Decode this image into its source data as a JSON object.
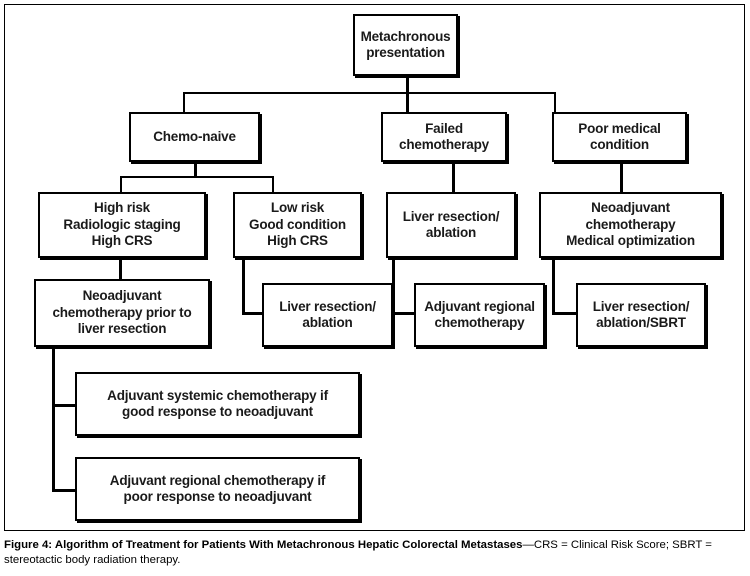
{
  "figure": {
    "caption_bold": "Figure 4: Algorithm of Treatment for Patients With Metachronous Hepatic Colorectal Metastases",
    "caption_rest": "—CRS = Clinical Risk Score; SBRT = stereotactic body radiation therapy."
  },
  "chart_data": {
    "type": "diagram",
    "title": "Algorithm of Treatment for Patients With Metachronous Hepatic Colorectal Metastases",
    "nodes": [
      {
        "id": "root",
        "label": "Metachronous\npresentation",
        "level": 0
      },
      {
        "id": "chemo_naive",
        "label": "Chemo-naive",
        "level": 1
      },
      {
        "id": "failed",
        "label": "Failed\nchemotherapy",
        "level": 1
      },
      {
        "id": "poor",
        "label": "Poor medical\ncondition",
        "level": 1
      },
      {
        "id": "high_risk",
        "label": "High risk\nRadiologic staging\nHigh CRS",
        "level": 2
      },
      {
        "id": "low_risk",
        "label": "Low risk\nGood condition\nHigh CRS",
        "level": 2
      },
      {
        "id": "failed_lr",
        "label": "Liver resection/\nablation",
        "level": 2
      },
      {
        "id": "poor_neo",
        "label": "Neoadjuvant\nchemotherapy\nMedical optimization",
        "level": 2
      },
      {
        "id": "neo_prior",
        "label": "Neoadjuvant\nchemotherapy prior to\nliver resection",
        "level": 3
      },
      {
        "id": "low_lr",
        "label": "Liver resection/\nablation",
        "level": 3
      },
      {
        "id": "adj_reg",
        "label": "Adjuvant regional\nchemotherapy",
        "level": 3
      },
      {
        "id": "poor_lr",
        "label": "Liver resection/\nablation/SBRT",
        "level": 3
      },
      {
        "id": "adj_sys_good",
        "label": "Adjuvant systemic chemotherapy if\ngood response to neoadjuvant",
        "level": 4
      },
      {
        "id": "adj_reg_poor",
        "label": "Adjuvant regional chemotherapy if\npoor response to neoadjuvant",
        "level": 4
      }
    ],
    "edges": [
      {
        "from": "root",
        "to": "chemo_naive"
      },
      {
        "from": "root",
        "to": "failed"
      },
      {
        "from": "root",
        "to": "poor"
      },
      {
        "from": "chemo_naive",
        "to": "high_risk"
      },
      {
        "from": "chemo_naive",
        "to": "low_risk"
      },
      {
        "from": "failed",
        "to": "failed_lr"
      },
      {
        "from": "poor",
        "to": "poor_neo"
      },
      {
        "from": "high_risk",
        "to": "neo_prior"
      },
      {
        "from": "low_risk",
        "to": "low_lr"
      },
      {
        "from": "failed_lr",
        "to": "adj_reg"
      },
      {
        "from": "poor_neo",
        "to": "poor_lr"
      },
      {
        "from": "neo_prior",
        "to": "adj_sys_good"
      },
      {
        "from": "neo_prior",
        "to": "adj_reg_poor"
      }
    ],
    "colors": {
      "box_border": "#000000",
      "box_fill": "#ffffff",
      "text": "#1a1a1a",
      "line": "#000000"
    }
  },
  "boxes": {
    "root": {
      "text": "Metachronous\npresentation"
    },
    "chemo_naive": {
      "text": "Chemo-naive"
    },
    "failed": {
      "text": "Failed\nchemotherapy"
    },
    "poor": {
      "text": "Poor medical\ncondition"
    },
    "high_risk": {
      "text": "High risk\nRadiologic staging\nHigh CRS"
    },
    "low_risk": {
      "text": "Low risk\nGood condition\nHigh CRS"
    },
    "failed_lr": {
      "text": "Liver resection/\nablation"
    },
    "poor_neo": {
      "text": "Neoadjuvant\nchemotherapy\nMedical optimization"
    },
    "neo_prior": {
      "text": "Neoadjuvant\nchemotherapy prior to\nliver resection"
    },
    "low_lr": {
      "text": "Liver resection/\nablation"
    },
    "adj_reg": {
      "text": "Adjuvant regional\nchemotherapy"
    },
    "poor_lr": {
      "text": "Liver resection/\nablation/SBRT"
    },
    "adj_sys_good": {
      "text": "Adjuvant systemic chemotherapy if\ngood response to neoadjuvant"
    },
    "adj_reg_poor": {
      "text": "Adjuvant regional chemotherapy if\npoor response to neoadjuvant"
    }
  }
}
